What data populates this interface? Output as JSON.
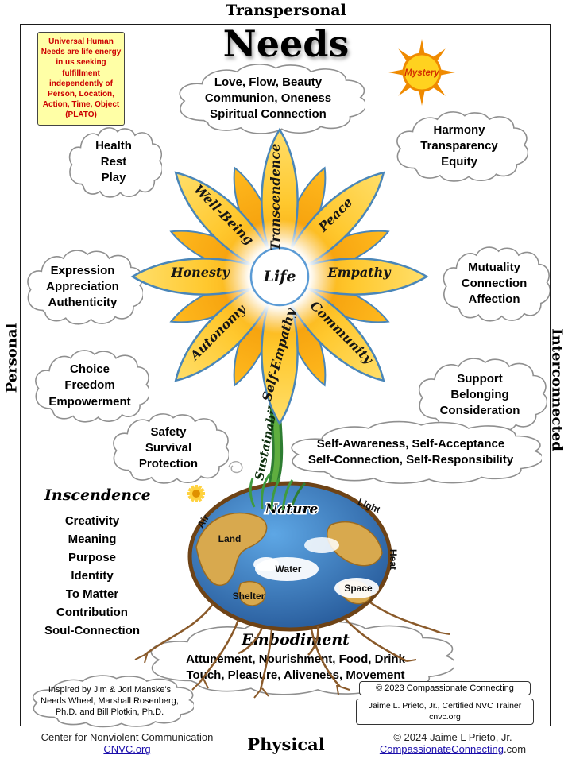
{
  "frame": {
    "top_label": "Transpersonal",
    "bottom_label": "Physical",
    "left_label": "Personal",
    "right_label": "Interconnected"
  },
  "title": "Needs",
  "plato_note": "Universal Human Needs are life energy in us seeking fulfillment independently of Person, Location, Action, Time, Object (PLATO)",
  "sun": {
    "label": "Mystery"
  },
  "flower": {
    "center": "Life",
    "petals": [
      "Transcendence",
      "Peace",
      "Empathy",
      "Community",
      "Self-Empathy",
      "Autonomy",
      "Honesty",
      "Well-Being"
    ]
  },
  "stem_label": "Sustainability",
  "clouds": {
    "spiritual": {
      "lines": [
        "Love, Flow, Beauty",
        "Communion, Oneness",
        "Spiritual Connection"
      ]
    },
    "harmony": {
      "lines": [
        "Harmony",
        "Transparency",
        "Equity"
      ]
    },
    "health": {
      "lines": [
        "Health",
        "Rest",
        "Play"
      ]
    },
    "expression": {
      "lines": [
        "Expression",
        "Appreciation",
        "Authenticity"
      ]
    },
    "mutuality": {
      "lines": [
        "Mutuality",
        "Connection",
        "Affection"
      ]
    },
    "choice": {
      "lines": [
        "Choice",
        "Freedom",
        "Empowerment"
      ]
    },
    "support": {
      "lines": [
        "Support",
        "Belonging",
        "Consideration"
      ]
    },
    "safety": {
      "lines": [
        "Safety",
        "Survival",
        "Protection"
      ]
    },
    "self_awareness": {
      "lines": [
        "Self-Awareness, Self-Acceptance",
        "Self-Connection, Self-Responsibility"
      ]
    },
    "embodiment": {
      "heading": "Embodiment",
      "lines": [
        "Attunement, Nourishment, Food, Drink",
        "Touch, Pleasure, Aliveness, Movement"
      ]
    },
    "inspired": {
      "lines": [
        "Inspired by Jim & Jori Manske's",
        "Needs Wheel, Marshall Rosenberg,",
        "Ph.D. and Bill Plotkin, Ph.D."
      ]
    }
  },
  "earth": {
    "nature": "Nature",
    "air": "Air",
    "land": "Land",
    "water": "Water",
    "shelter": "Shelter",
    "space": "Space",
    "light": "Light",
    "heat": "Heat"
  },
  "inscendence": {
    "heading": "Inscendence",
    "items": [
      "Creativity",
      "Meaning",
      "Purpose",
      "Identity",
      "To Matter",
      "Contribution",
      "Soul-Connection"
    ]
  },
  "credits": {
    "box1": "© 2023 Compassionate Connecting",
    "box2_line1": "Jaime L. Prieto, Jr., Certified NVC Trainer",
    "box2_line2": "cnvc.org"
  },
  "footer": {
    "left_line": "Center for Nonviolent Communication",
    "left_link": "CNVC.org",
    "right_line": "© 2024 Jaime L Prieto, Jr.",
    "right_link": "CompassionateConnecting",
    "right_link_suffix": ".com"
  },
  "colors": {
    "petal_gold": "#FFC425",
    "petal_deep": "#F59B00",
    "petal_outline": "#4A86B8",
    "stem_green": "#2E7D32",
    "earth_blue": "#2A5FA5",
    "land_tan": "#D8A94E",
    "sun_orange": "#EF8A00",
    "note_bg": "#FFFFA6",
    "note_text": "#CC0000",
    "link_blue": "#1A0DAB"
  }
}
